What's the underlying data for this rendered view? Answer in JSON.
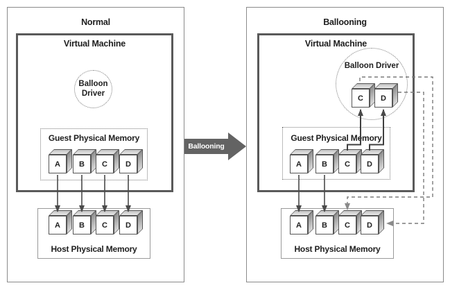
{
  "colors": {
    "panel_border": "#8a8a8a",
    "vm_border": "#5a5a5a",
    "dotted": "#7a7a7a",
    "host_border": "#999999",
    "solid_arrow": "#4a4a4a",
    "dashed_line": "#7a7a7a",
    "transition_fill": "#636363",
    "text": "#1e1e1e"
  },
  "left_panel": {
    "title": "Normal",
    "vm_label": "Virtual Machine",
    "balloon_driver": {
      "line1": "Balloon",
      "line2": "Driver"
    },
    "guest_memory": {
      "label": "Guest Physical Memory",
      "blocks": [
        "A",
        "B",
        "C",
        "D"
      ]
    },
    "host_memory": {
      "label": "Host Physical Memory",
      "blocks": [
        "A",
        "B",
        "C",
        "D"
      ]
    }
  },
  "transition": {
    "label": "Ballooning"
  },
  "right_panel": {
    "title": "Ballooning",
    "vm_label": "Virtual Machine",
    "balloon_driver": {
      "label": "Balloon Driver",
      "blocks": [
        "C",
        "D"
      ]
    },
    "guest_memory": {
      "label": "Guest Physical Memory",
      "blocks": [
        "A",
        "B",
        "C",
        "D"
      ]
    },
    "host_memory": {
      "label": "Host Physical Memory",
      "blocks": [
        "A",
        "B",
        "C",
        "D"
      ]
    }
  }
}
